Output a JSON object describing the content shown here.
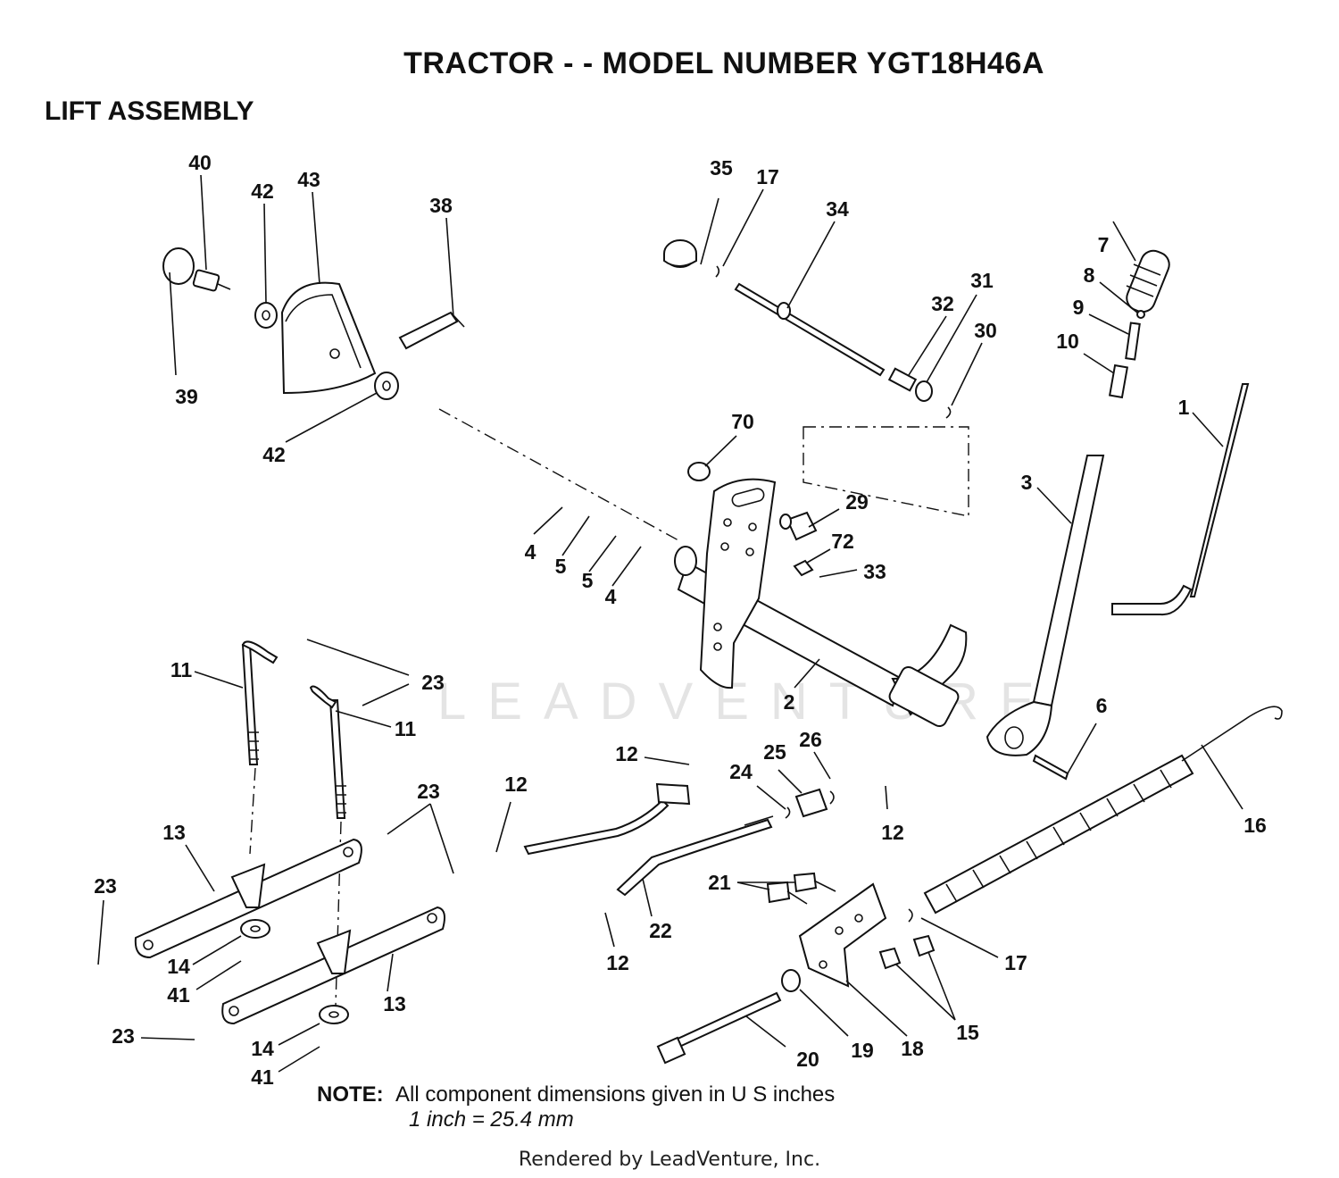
{
  "title": "TRACTOR - - MODEL NUMBER YGT18H46A",
  "subtitle": "LIFT ASSEMBLY",
  "note": {
    "label": "NOTE:",
    "line1": "All component dimensions given in U S  inches",
    "line2": "1 inch = 25.4 mm"
  },
  "footer": "Rendered by LeadVenture, Inc.",
  "watermark": "LEADVENTURE",
  "callouts": [
    "40",
    "42",
    "43",
    "38",
    "39",
    "42",
    "35",
    "17",
    "34",
    "32",
    "31",
    "30",
    "7",
    "8",
    "9",
    "10",
    "1",
    "70",
    "29",
    "72",
    "33",
    "3",
    "4",
    "5",
    "5",
    "4",
    "11",
    "23",
    "11",
    "2",
    "6",
    "16",
    "12",
    "25",
    "26",
    "24",
    "12",
    "12",
    "23",
    "13",
    "23",
    "23",
    "12",
    "21",
    "22",
    "17",
    "14",
    "41",
    "13",
    "12",
    "15",
    "23",
    "14",
    "41",
    "20",
    "19",
    "18"
  ]
}
